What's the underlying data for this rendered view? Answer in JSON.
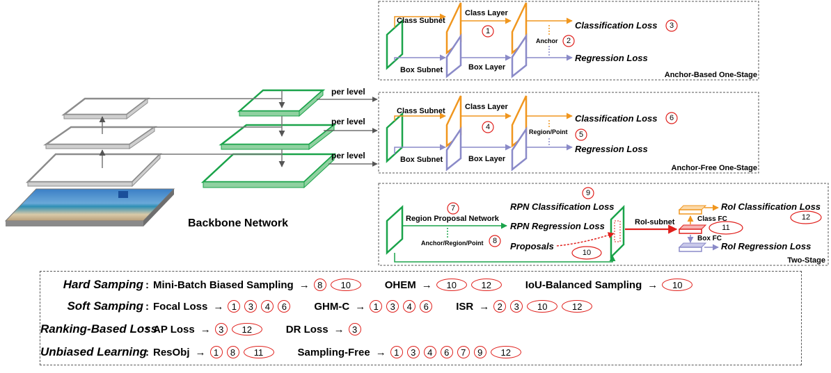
{
  "backbone": {
    "title": "Backbone Network",
    "per_level": "per level"
  },
  "anchor_based": {
    "stage": "Anchor-Based One-Stage",
    "class_subnet": "Class Subnet",
    "class_layer": "Class Layer",
    "box_subnet": "Box Subnet",
    "box_layer": "Box Layer",
    "anchor": "Anchor",
    "cls_loss": "Classification Loss",
    "reg_loss": "Regression Loss",
    "n1": "1",
    "n2": "2",
    "n3": "3"
  },
  "anchor_free": {
    "stage": "Anchor-Free One-Stage",
    "class_subnet": "Class Subnet",
    "class_layer": "Class Layer",
    "box_subnet": "Box Subnet",
    "box_layer": "Box Layer",
    "region_point": "Region/Point",
    "cls_loss": "Classification Loss",
    "reg_loss": "Regression Loss",
    "n4": "4",
    "n5": "5",
    "n6": "6"
  },
  "two_stage": {
    "stage": "Two-Stage",
    "rpn": "Region Proposal Network",
    "anchor_region_point": "Anchor/Region/Point",
    "rpn_cls": "RPN Classification Loss",
    "rpn_reg": "RPN Regression Loss",
    "proposals": "Proposals",
    "roi_subnet": "RoI-subnet",
    "class_fc": "Class FC",
    "box_fc": "Box FC",
    "roi_cls": "RoI Classification Loss",
    "roi_reg": "RoI Regression Loss",
    "n7": "7",
    "n8": "8",
    "n9": "9",
    "n10": "10",
    "n11": "11",
    "n12": "12"
  },
  "legend": {
    "rows": [
      {
        "category": "Hard Samping",
        "entries": [
          {
            "name": "Mini-Batch Biased Sampling",
            "refs": [
              "8",
              "10"
            ]
          },
          {
            "name": "OHEM",
            "refs": [
              "10",
              "12"
            ]
          },
          {
            "name": "IoU-Balanced Sampling",
            "refs": [
              "10"
            ]
          }
        ]
      },
      {
        "category": "Soft Samping",
        "entries": [
          {
            "name": "Focal Loss",
            "refs": [
              "1",
              "3",
              "4",
              "6"
            ]
          },
          {
            "name": "GHM-C",
            "refs": [
              "1",
              "3",
              "4",
              "6"
            ]
          },
          {
            "name": "ISR",
            "refs": [
              "2",
              "3",
              "10",
              "12"
            ]
          }
        ]
      },
      {
        "category": "Ranking-Based Loss",
        "entries": [
          {
            "name": "AP Loss",
            "refs": [
              "3",
              "12"
            ]
          },
          {
            "name": "DR Loss",
            "refs": [
              "3"
            ]
          }
        ]
      },
      {
        "category": "Unbiased Learning",
        "entries": [
          {
            "name": "ResObj",
            "refs": [
              "1",
              "8",
              "11"
            ]
          },
          {
            "name": "Sampling-Free",
            "refs": [
              "1",
              "3",
              "4",
              "6",
              "7",
              "9",
              "12"
            ]
          }
        ]
      }
    ]
  },
  "colors": {
    "orange": "#f0961e",
    "purple": "#8a8ac8",
    "green": "#1aa34a",
    "red": "#e0201c",
    "gray": "#7f7f7f"
  }
}
